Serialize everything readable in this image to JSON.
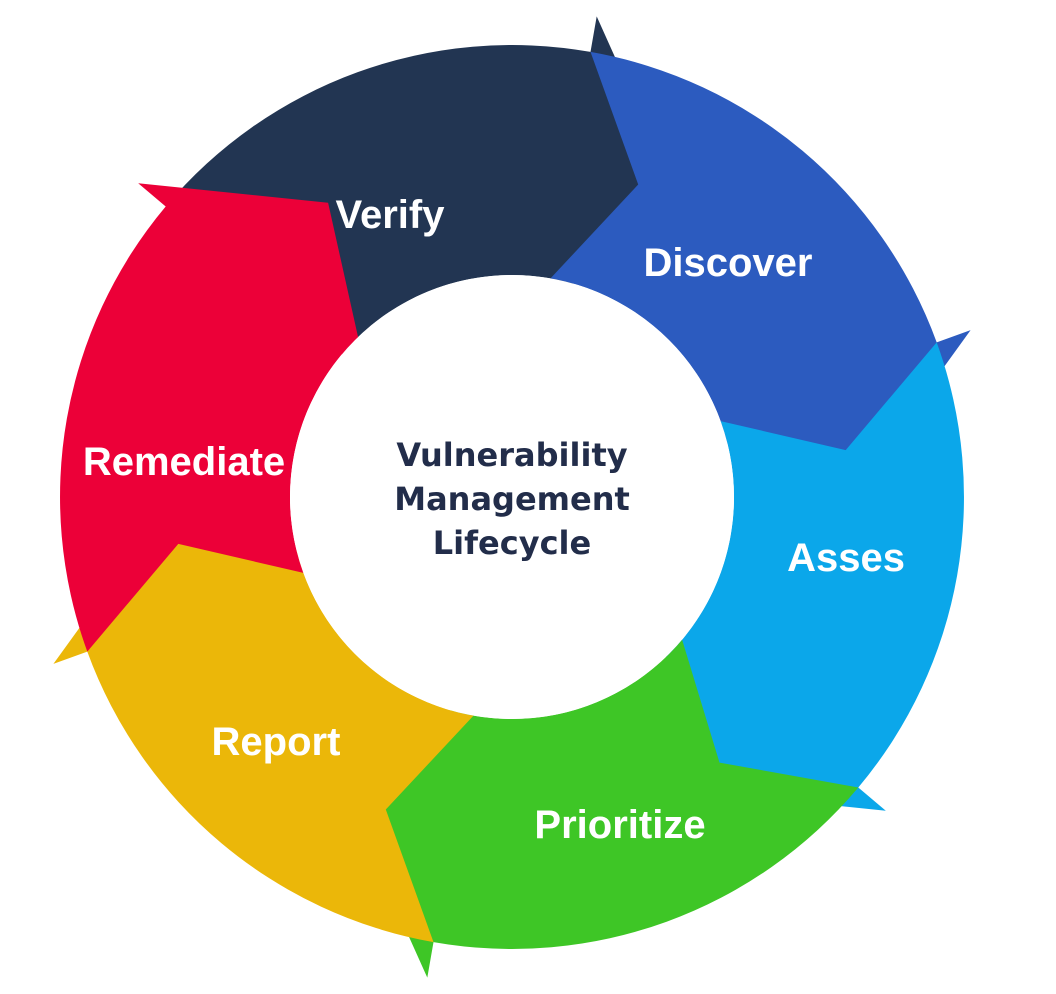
{
  "center": {
    "lines": [
      "Vulnerability",
      "Management",
      "Lifecycle"
    ]
  },
  "stages": [
    {
      "id": "verify",
      "label": "Verify",
      "color": "#223552"
    },
    {
      "id": "discover",
      "label": "Discover",
      "color": "#2c5bbf"
    },
    {
      "id": "asses",
      "label": "Asses",
      "color": "#0ba7ea"
    },
    {
      "id": "prioritize",
      "label": "Prioritize",
      "color": "#3ec626"
    },
    {
      "id": "report",
      "label": "Report",
      "color": "#ebb709"
    },
    {
      "id": "remediate",
      "label": "Remediate",
      "color": "#ec0038"
    }
  ],
  "cycle_direction": "clockwise"
}
